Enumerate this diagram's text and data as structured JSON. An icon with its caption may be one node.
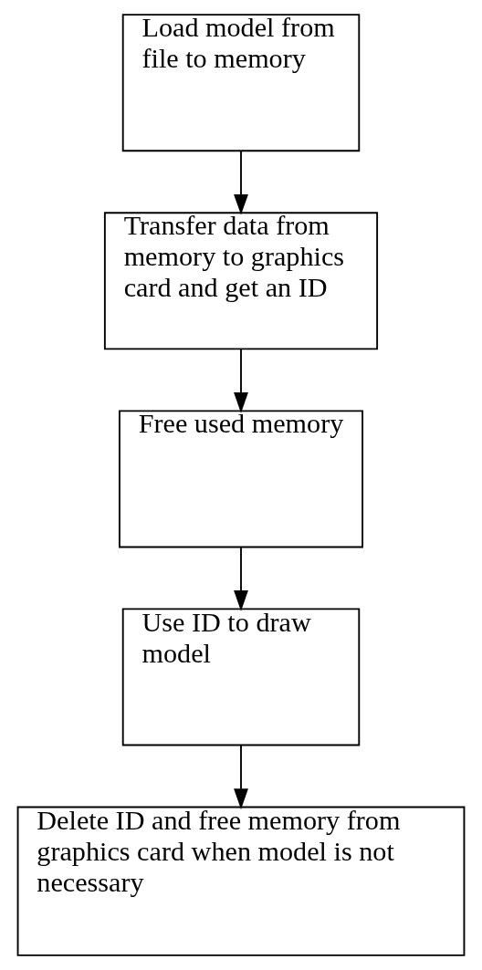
{
  "diagram": {
    "nodes": [
      {
        "text": [
          "Load model from file to memory"
        ]
      },
      {
        "text": [
          "Transfer data from memory to graphics card and get an ID"
        ]
      },
      {
        "text": [
          "Free used memory"
        ]
      },
      {
        "text": [
          "Use ID to draw model"
        ]
      },
      {
        "text": [
          "Delete ID and free memory from graphics card when model is not necessary"
        ]
      }
    ],
    "edges": [
      {
        "from": 0,
        "to": 1,
        "arrow": "to"
      },
      {
        "from": 1,
        "to": 2,
        "arrow": "to"
      },
      {
        "from": 2,
        "to": 3,
        "arrow": "to"
      },
      {
        "from": 3,
        "to": 4,
        "arrow": "to"
      }
    ]
  }
}
